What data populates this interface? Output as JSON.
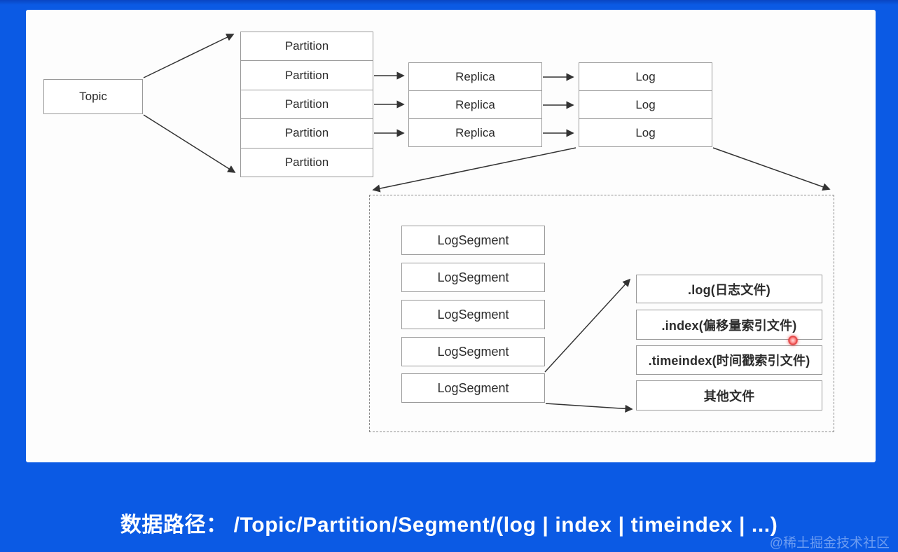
{
  "diagram": {
    "topic": {
      "label": "Topic"
    },
    "partitions": [
      "Partition",
      "Partition",
      "Partition",
      "Partition",
      "Partition"
    ],
    "replicas": [
      "Replica",
      "Replica",
      "Replica"
    ],
    "logs": [
      "Log",
      "Log",
      "Log"
    ],
    "log_segments": [
      "LogSegment",
      "LogSegment",
      "LogSegment",
      "LogSegment",
      "LogSegment"
    ],
    "segment_files": [
      ".log(日志文件)",
      ".index(偏移量索引文件)",
      ".timeindex(时间戳索引文件)",
      "其他文件"
    ]
  },
  "caption": {
    "text": "数据路径： /Topic/Partition/Segment/(log | index | timeindex | ...)"
  },
  "watermark": {
    "text": "@稀土掘金技术社区"
  },
  "colors": {
    "background_blue": "#0B5AE4",
    "panel_white": "#FDFDFD",
    "box_border_gray": "#9A9A9A",
    "box_text_dark": "#2B2B2B",
    "arrow_black": "#333333",
    "caption_white": "#FFFFFF",
    "laser_dot_red": "#E03A3A"
  }
}
